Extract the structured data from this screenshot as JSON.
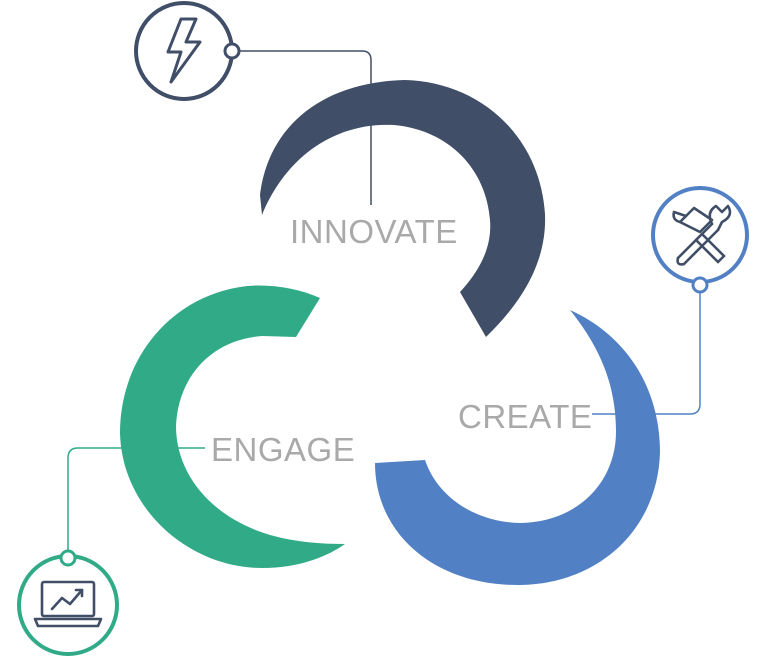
{
  "segments": [
    {
      "id": "innovate",
      "label": "INNOVATE",
      "color": "#404e68",
      "icon": "lightning-bolt-icon"
    },
    {
      "id": "create",
      "label": "CREATE",
      "color": "#5181c4",
      "icon": "hammer-wrench-tools-icon"
    },
    {
      "id": "engage",
      "label": "ENGAGE",
      "color": "#31ab87",
      "icon": "laptop-chart-icon"
    }
  ]
}
